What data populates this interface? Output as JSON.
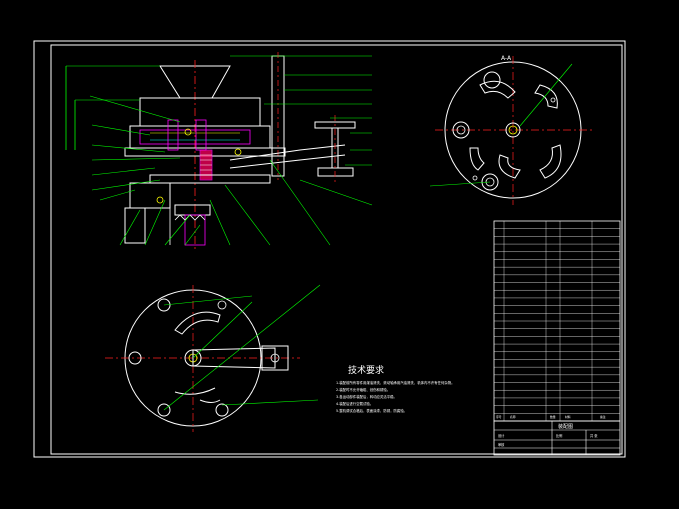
{
  "drawing": {
    "section_label": "A-A",
    "tech_title": "技术要求",
    "tech_notes": [
      "1.装配前所有零件用煤油清洗，滚动轴承用汽油清洗，机体内不许有任何杂物。",
      "2.装配时不允许磕碰、划伤和锈蚀。",
      "3.各运动部件装配后，转动应灵活平稳。",
      "4.装配后进行空载试验。",
      "5.整机调试合格后，表面涂漆，防锈，防腐蚀。"
    ],
    "title_block": {
      "drawing_name": "装配图",
      "designer_label": "设计",
      "check_label": "审核",
      "scale_label": "比例",
      "sheet_label": "共 张",
      "part_no_label": "序号",
      "name_label": "名称",
      "qty_label": "数量",
      "material_label": "材料",
      "remark_label": "备注"
    },
    "colors": {
      "background": "#000000",
      "outline": "#ffffff",
      "center_line": "#ff2020",
      "dimension": "#00ff00",
      "magenta": "#ff00ff",
      "yellow": "#ffff00",
      "cyan": "#00ffff"
    }
  }
}
